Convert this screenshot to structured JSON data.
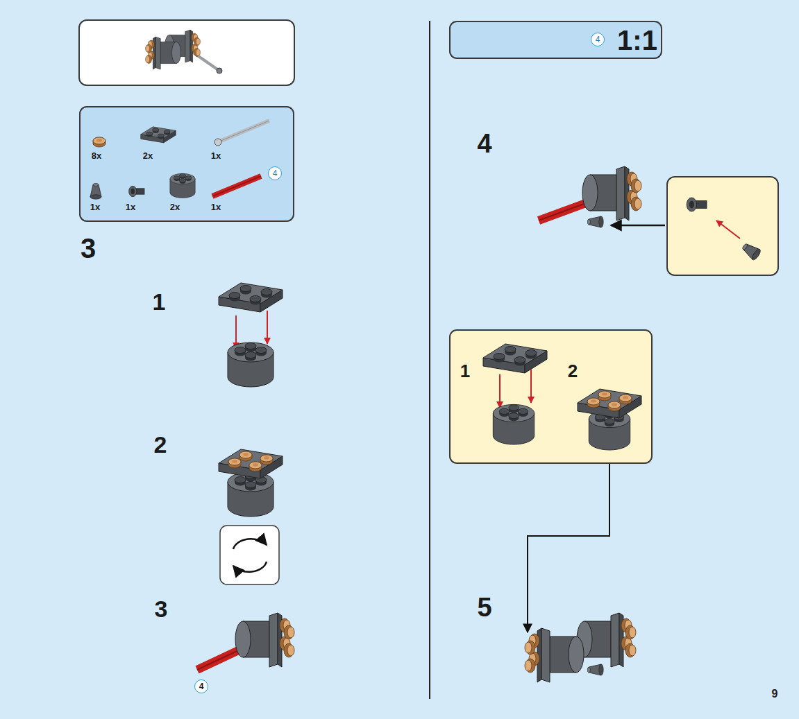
{
  "diagram": {
    "nodes": [
      {
        "text": [
          "8x",
          "2x",
          "1x",
          "1x",
          "1x",
          "2x",
          "1x",
          "4"
        ]
      },
      {
        "text": [
          "4",
          "1:1"
        ]
      },
      {
        "text": [
          "1",
          "2"
        ]
      }
    ],
    "labels": [
      "3",
      "1",
      "2",
      "3",
      "4",
      "4",
      "5",
      "9"
    ]
  }
}
